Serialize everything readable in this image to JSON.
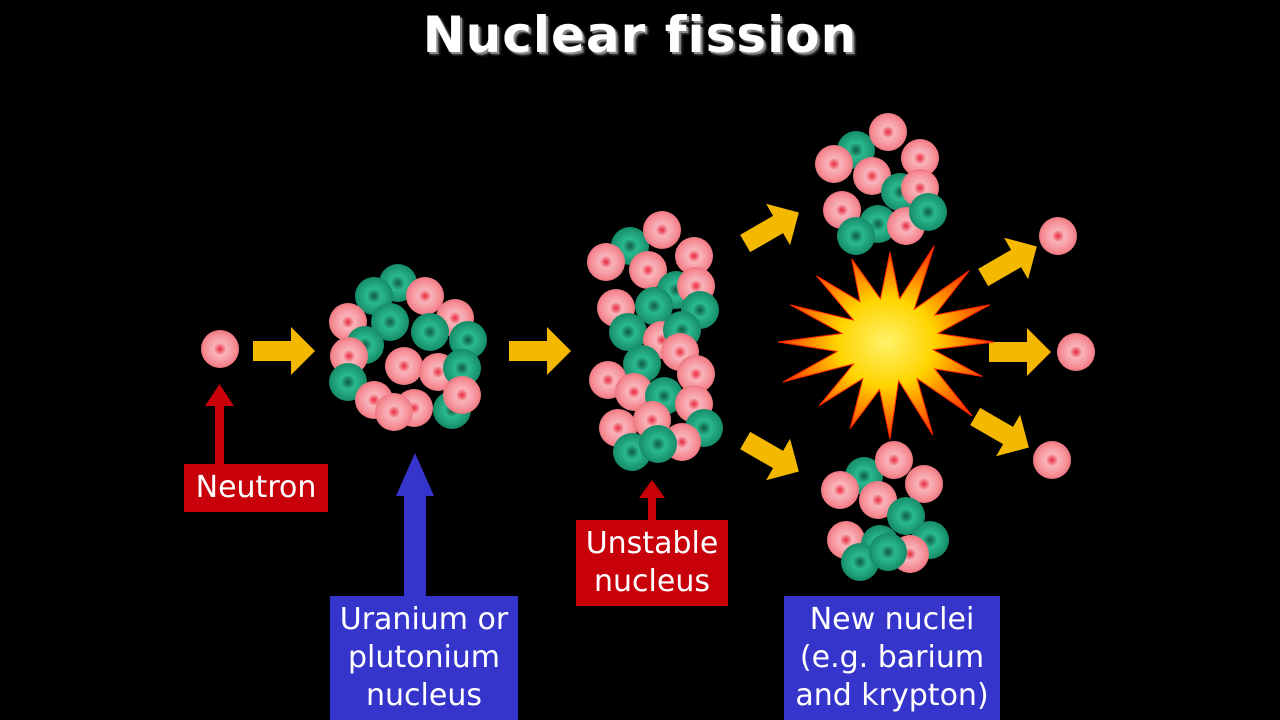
{
  "title": "Nuclear fission",
  "labels": {
    "neutron": [
      "Neutron"
    ],
    "uranium": [
      "Uranium or",
      "plutonium",
      "nucleus"
    ],
    "unstable": [
      "Unstable",
      "nucleus"
    ],
    "new_nuclei": [
      "New nuclei",
      "(e.g. barium",
      "and krypton)"
    ]
  },
  "colors": {
    "background": "#000000",
    "neutron_particle": "#f47c86",
    "proton_particle": "#1fa17c",
    "arrow": "#f5b800",
    "red_label": "#c8000a",
    "blue_label": "#3535cc",
    "explosion_outer": "#ff2a00",
    "explosion_inner": "#ffe800"
  }
}
